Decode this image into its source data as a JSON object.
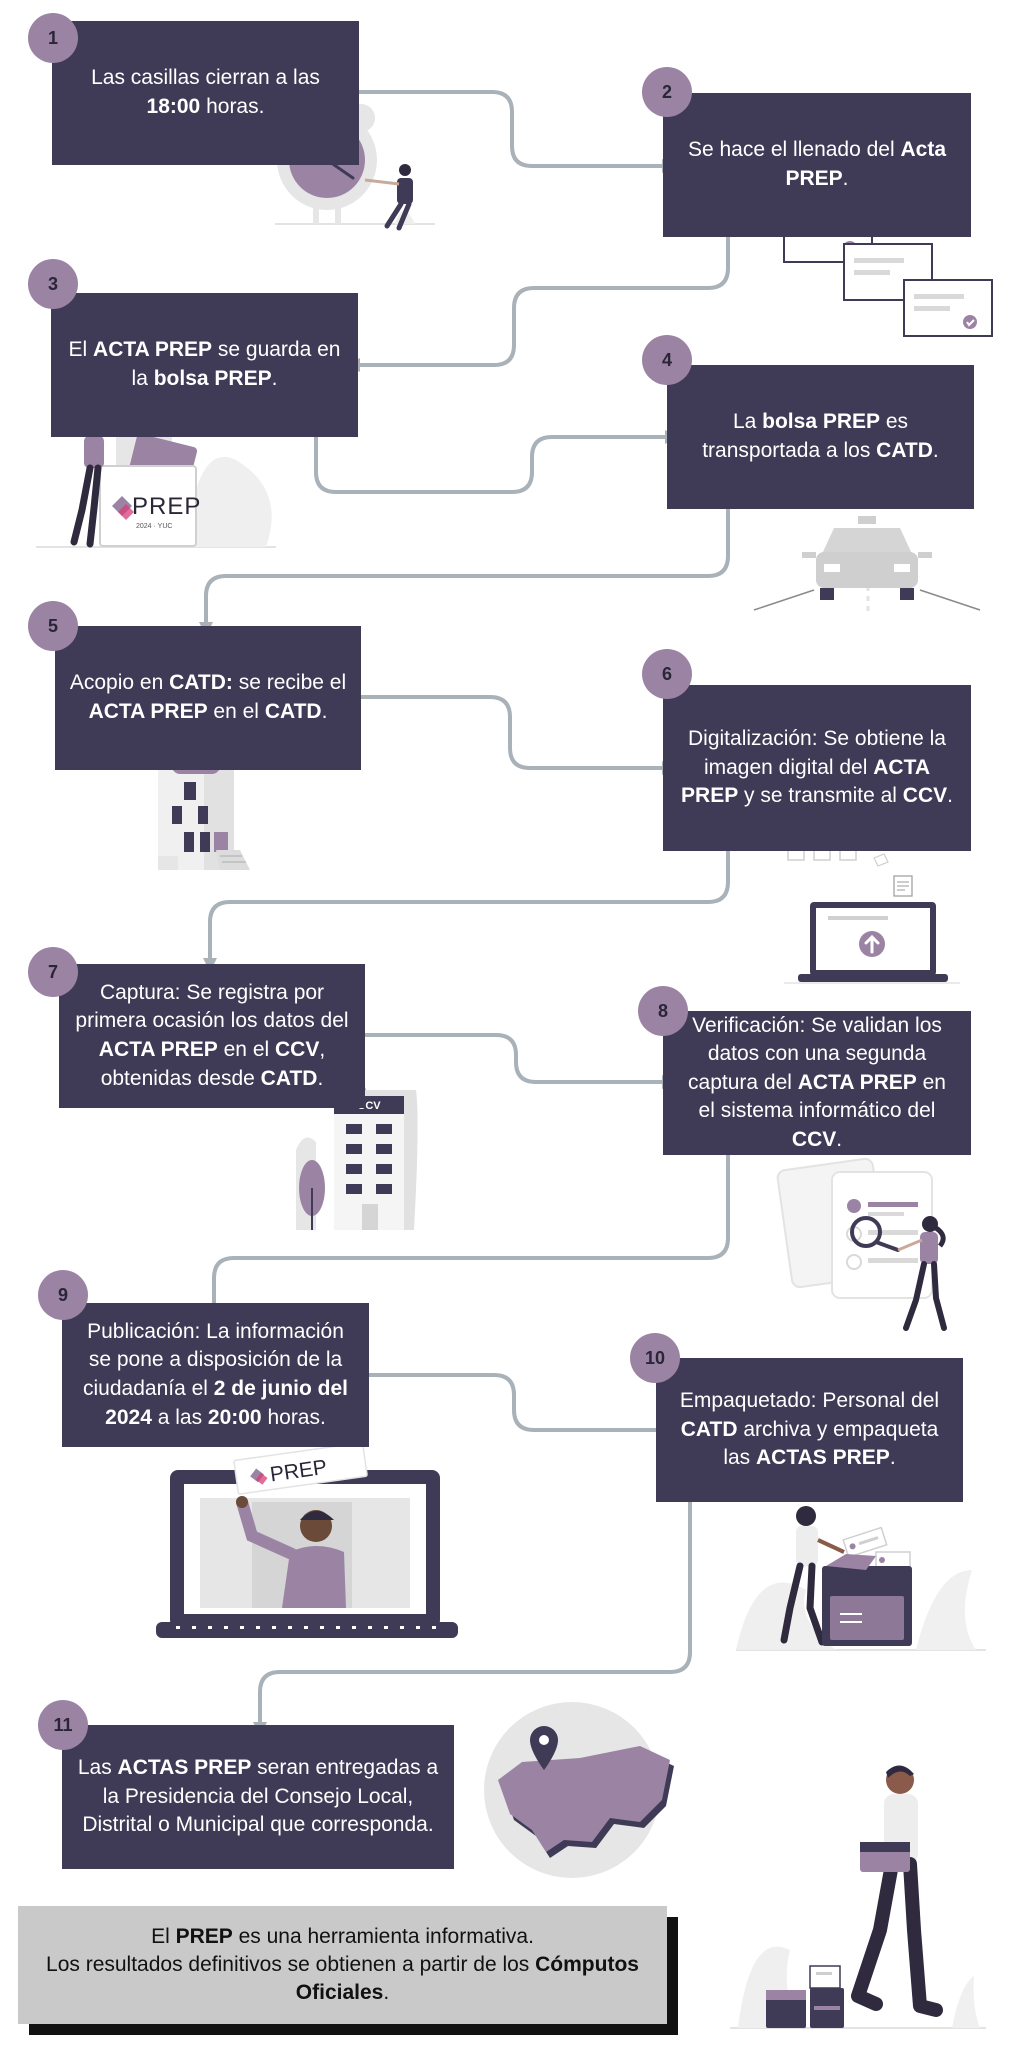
{
  "steps": [
    {
      "num": "1",
      "parts": [
        [
          "Las casillas cierran a las ",
          false
        ],
        [
          "18:00",
          true
        ],
        [
          " horas.",
          false
        ]
      ]
    },
    {
      "num": "2",
      "parts": [
        [
          "Se hace el llenado del ",
          false
        ],
        [
          "Acta PREP",
          true
        ],
        [
          ".",
          false
        ]
      ]
    },
    {
      "num": "3",
      "parts": [
        [
          "El ",
          false
        ],
        [
          "ACTA PREP",
          true
        ],
        [
          " se guarda en la ",
          false
        ],
        [
          "bolsa PREP",
          true
        ],
        [
          ".",
          false
        ]
      ]
    },
    {
      "num": "4",
      "parts": [
        [
          "La ",
          false
        ],
        [
          "bolsa PREP",
          true
        ],
        [
          " es transportada a los ",
          false
        ],
        [
          "CATD",
          true
        ],
        [
          ".",
          false
        ]
      ]
    },
    {
      "num": "5",
      "parts": [
        [
          "Acopio en ",
          false
        ],
        [
          "CATD:",
          true
        ],
        [
          " se recibe el ",
          false
        ],
        [
          "ACTA PREP",
          true
        ],
        [
          " en el ",
          false
        ],
        [
          "CATD",
          true
        ],
        [
          ".",
          false
        ]
      ]
    },
    {
      "num": "6",
      "parts": [
        [
          "Digitalización: Se obtiene la imagen digital del ",
          false
        ],
        [
          "ACTA PREP",
          true
        ],
        [
          " y se transmite al ",
          false
        ],
        [
          "CCV",
          true
        ],
        [
          ".",
          false
        ]
      ]
    },
    {
      "num": "7",
      "parts": [
        [
          "Captura: Se registra por primera ocasión los datos del ",
          false
        ],
        [
          "ACTA PREP",
          true
        ],
        [
          " en el ",
          false
        ],
        [
          "CCV",
          true
        ],
        [
          ", obtenidas desde ",
          false
        ],
        [
          "CATD",
          true
        ],
        [
          ".",
          false
        ]
      ]
    },
    {
      "num": "8",
      "parts": [
        [
          "Verificación: Se validan los datos con una segunda captura del ",
          false
        ],
        [
          "ACTA PREP",
          true
        ],
        [
          " en el sistema informático del ",
          false
        ],
        [
          "CCV",
          true
        ],
        [
          ".",
          false
        ]
      ]
    },
    {
      "num": "9",
      "parts": [
        [
          "Publicación: La información se pone a disposición de la ciudadanía el ",
          false
        ],
        [
          "2 de junio del 2024",
          true
        ],
        [
          " a las ",
          false
        ],
        [
          "20:00",
          true
        ],
        [
          " horas.",
          false
        ]
      ]
    },
    {
      "num": "10",
      "parts": [
        [
          "Empaquetado: Personal del ",
          false
        ],
        [
          "CATD",
          true
        ],
        [
          " archiva y empaqueta las ",
          false
        ],
        [
          "ACTAS PREP",
          true
        ],
        [
          ".",
          false
        ]
      ]
    },
    {
      "num": "11",
      "parts": [
        [
          "Las ",
          false
        ],
        [
          "ACTAS PREP",
          true
        ],
        [
          " seran entregadas a la Presidencia del Consejo Local, Distrital o Municipal que corresponda.",
          false
        ]
      ]
    }
  ],
  "note": {
    "parts": [
      [
        "El ",
        false
      ],
      [
        "PREP",
        true
      ],
      [
        " es una herramienta informativa.",
        false
      ],
      [
        "\n",
        false
      ],
      [
        "Los resultados definitivos se obtienen a partir de los ",
        false
      ],
      [
        "Cómputos Oficiales",
        true
      ],
      [
        ".",
        false
      ]
    ]
  },
  "labels": {
    "catd": "CATD",
    "ccv": "CCV",
    "prep_logo": "PREP",
    "prep_logo_sub": "2024 · YUC"
  },
  "colors": {
    "box": "#3f3a55",
    "badge": "#9b84a3",
    "connector": "#a9b1b9",
    "accent_pink": "#f2617a",
    "illustration_purple": "#9b84a3",
    "illustration_dark": "#3f3a55",
    "illustration_grey": "#e6e6e6"
  }
}
